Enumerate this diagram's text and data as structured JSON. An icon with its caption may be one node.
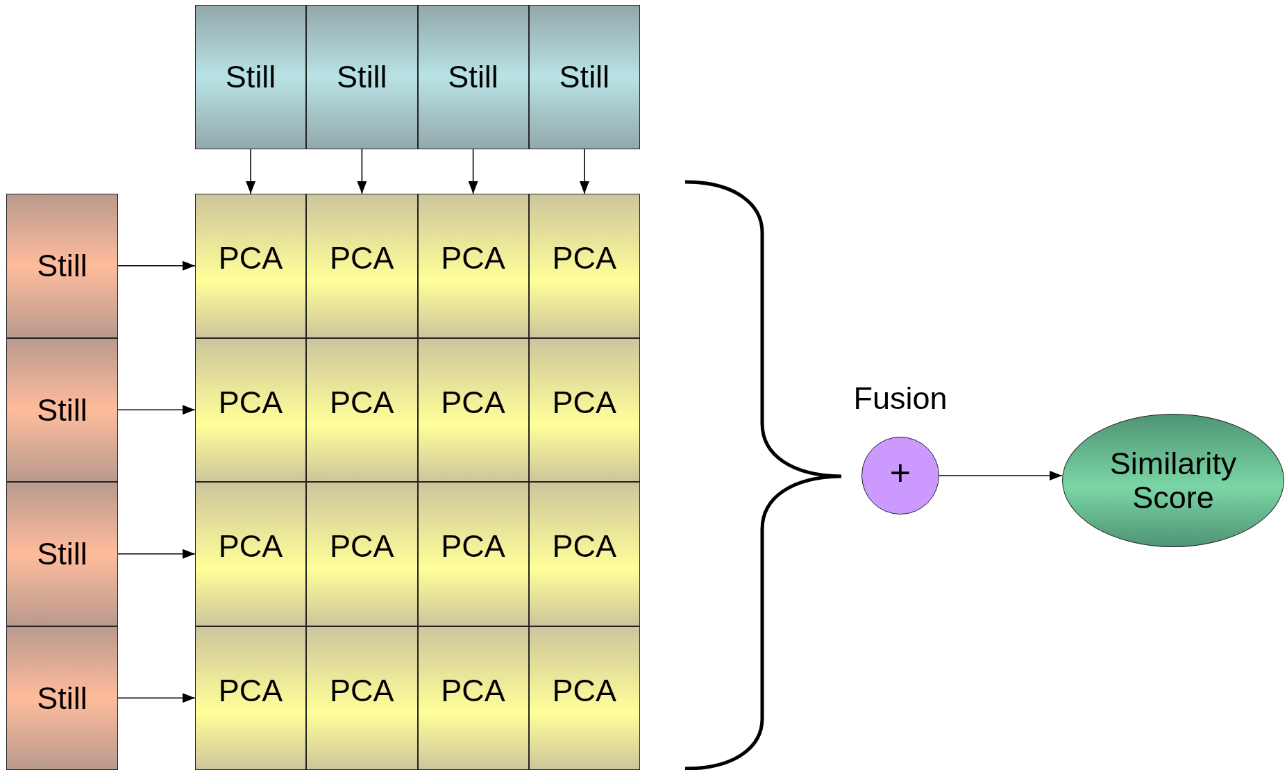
{
  "diagram": {
    "nodes": [
      {
        "text": [
          "Still"
        ]
      },
      {
        "text": [
          "Still"
        ]
      },
      {
        "text": [
          "Still"
        ]
      },
      {
        "text": [
          "Still"
        ]
      },
      {
        "text": [
          "Still"
        ]
      },
      {
        "text": [
          "Still"
        ]
      },
      {
        "text": [
          "Still"
        ]
      },
      {
        "text": [
          "Still"
        ]
      },
      {
        "text": [
          "PCA"
        ]
      },
      {
        "text": [
          "PCA"
        ]
      },
      {
        "text": [
          "PCA"
        ]
      },
      {
        "text": [
          "PCA"
        ]
      },
      {
        "text": [
          "PCA"
        ]
      },
      {
        "text": [
          "PCA"
        ]
      },
      {
        "text": [
          "PCA"
        ]
      },
      {
        "text": [
          "PCA"
        ]
      },
      {
        "text": [
          "PCA"
        ]
      },
      {
        "text": [
          "PCA"
        ]
      },
      {
        "text": [
          "PCA"
        ]
      },
      {
        "text": [
          "PCA"
        ]
      },
      {
        "text": [
          "PCA"
        ]
      },
      {
        "text": [
          "PCA"
        ]
      },
      {
        "text": [
          "PCA"
        ]
      },
      {
        "text": [
          "PCA"
        ]
      },
      {
        "text": [
          "+"
        ],
        "beside": [
          "Fusion"
        ]
      },
      {
        "text": [
          "Similarity Score"
        ]
      }
    ],
    "edges": [
      {
        "from": 0,
        "to": 8,
        "arrow": "to"
      },
      {
        "from": 1,
        "to": 9,
        "arrow": "to"
      },
      {
        "from": 2,
        "to": 10,
        "arrow": "to"
      },
      {
        "from": 3,
        "to": 11,
        "arrow": "to"
      },
      {
        "from": 4,
        "to": 8,
        "arrow": "to"
      },
      {
        "from": 5,
        "to": 12,
        "arrow": "to"
      },
      {
        "from": 6,
        "to": 16,
        "arrow": "to"
      },
      {
        "from": 7,
        "to": 20,
        "arrow": "to"
      },
      {
        "from": 24,
        "to": 25,
        "arrow": "to"
      }
    ]
  }
}
